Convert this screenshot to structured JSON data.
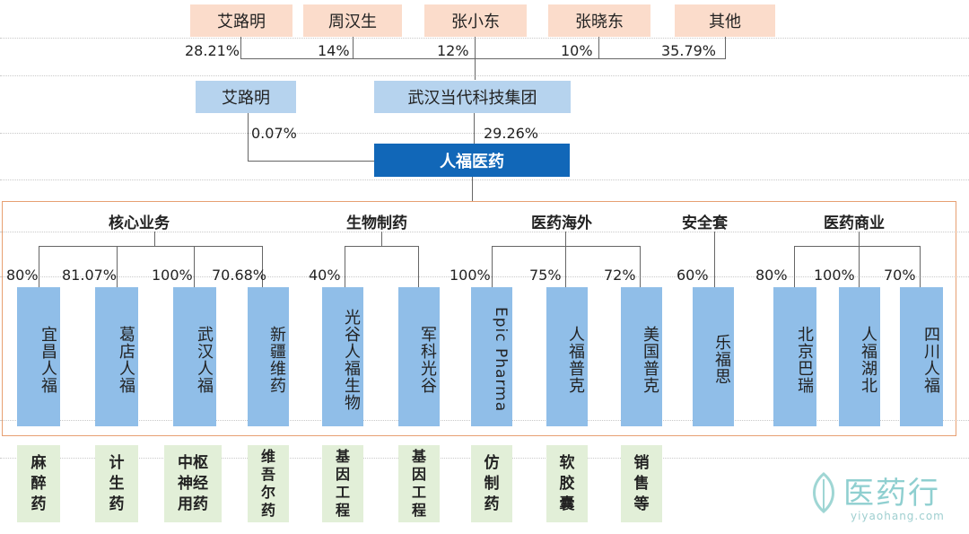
{
  "shareholders": [
    {
      "name": "艾路明",
      "pct": "28.21%"
    },
    {
      "name": "周汉生",
      "pct": "14%"
    },
    {
      "name": "张小东",
      "pct": "12%"
    },
    {
      "name": "张晓东",
      "pct": "10%"
    },
    {
      "name": "其他",
      "pct": "35.79%"
    }
  ],
  "parents": [
    {
      "name": "艾路明",
      "pct": "0.07%"
    },
    {
      "name": "武汉当代科技集团",
      "pct": "29.26%"
    }
  ],
  "company": "人福医药",
  "categories": [
    "核心业务",
    "生物制药",
    "医药海外",
    "安全套",
    "医药商业"
  ],
  "subsidiaries": [
    {
      "name": "宜昌人福",
      "pct": "80%",
      "product": "麻\n醉\n药"
    },
    {
      "name": "葛店人福",
      "pct": "81.07%",
      "product": "计\n生\n药"
    },
    {
      "name": "武汉人福",
      "pct": "100%",
      "product": "中枢\n神经\n用药"
    },
    {
      "name": "新疆维药",
      "pct": "70.68%",
      "product": "维\n吾\n尔\n药"
    },
    {
      "name": "光谷人福生物",
      "pct": "40%",
      "product": "基\n因\n工\n程"
    },
    {
      "name": "军科光谷",
      "pct": "",
      "product": "基\n因\n工\n程"
    },
    {
      "name": "Epic Pharma",
      "pct": "100%",
      "product": "仿\n制\n药"
    },
    {
      "name": "人福普克",
      "pct": "75%",
      "product": "软\n胶\n囊"
    },
    {
      "name": "美国普克",
      "pct": "72%",
      "product": "销\n售\n等"
    },
    {
      "name": "乐福思",
      "pct": "60%",
      "product": ""
    },
    {
      "name": "北京巴瑞",
      "pct": "80%",
      "product": ""
    },
    {
      "name": "人福湖北",
      "pct": "100%",
      "product": ""
    },
    {
      "name": "四川人福",
      "pct": "70%",
      "product": ""
    }
  ],
  "watermark": {
    "text": "医药行",
    "url": "yiyaohang.com"
  },
  "colors": {
    "shareholder": "#fbdccb",
    "parent": "#b6d3ee",
    "company": "#1167b8",
    "subsidiary": "#90bee8",
    "product": "#e2efd8",
    "frame": "#e7a072"
  }
}
